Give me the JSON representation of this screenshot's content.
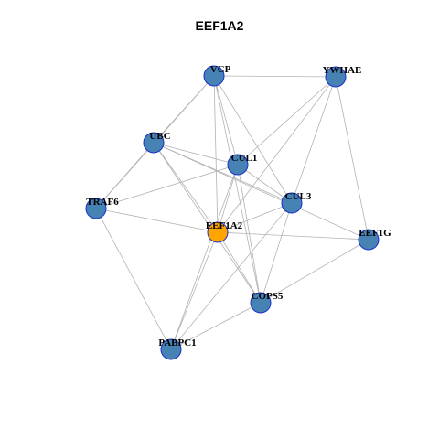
{
  "title": "EEF1A2",
  "colors": {
    "node_default": "#4682b4",
    "node_focus": "#ffa500",
    "node_border": "#1a2fc9",
    "edge": "#b3b3b3"
  },
  "nodes": [
    {
      "id": "VCP",
      "label": "VCP",
      "focus": false
    },
    {
      "id": "YWHAE",
      "label": "YWHAE",
      "focus": false
    },
    {
      "id": "UBC",
      "label": "UBC",
      "focus": false
    },
    {
      "id": "CUL1",
      "label": "CUL1",
      "focus": false
    },
    {
      "id": "TRAF6",
      "label": "TRAF6",
      "focus": false
    },
    {
      "id": "CUL3",
      "label": "CUL3",
      "focus": false
    },
    {
      "id": "EEF1A2",
      "label": "EEF1A2",
      "focus": true
    },
    {
      "id": "EEF1G",
      "label": "EEF1G",
      "focus": false
    },
    {
      "id": "COPS5",
      "label": "COPS5",
      "focus": false
    },
    {
      "id": "PABPC1",
      "label": "PABPC1",
      "focus": false
    }
  ],
  "edges": [
    [
      "VCP",
      "YWHAE"
    ],
    [
      "VCP",
      "UBC"
    ],
    [
      "VCP",
      "TRAF6"
    ],
    [
      "VCP",
      "CUL1"
    ],
    [
      "VCP",
      "CUL3"
    ],
    [
      "VCP",
      "EEF1A2"
    ],
    [
      "VCP",
      "COPS5"
    ],
    [
      "YWHAE",
      "CUL1"
    ],
    [
      "YWHAE",
      "CUL3"
    ],
    [
      "YWHAE",
      "EEF1A2"
    ],
    [
      "YWHAE",
      "EEF1G"
    ],
    [
      "UBC",
      "CUL1"
    ],
    [
      "UBC",
      "CUL3"
    ],
    [
      "UBC",
      "TRAF6"
    ],
    [
      "UBC",
      "EEF1A2"
    ],
    [
      "UBC",
      "COPS5"
    ],
    [
      "UBC",
      "EEF1G"
    ],
    [
      "CUL1",
      "TRAF6"
    ],
    [
      "CUL1",
      "CUL3"
    ],
    [
      "CUL1",
      "EEF1A2"
    ],
    [
      "CUL1",
      "COPS5"
    ],
    [
      "CUL1",
      "PABPC1"
    ],
    [
      "CUL3",
      "EEF1A2"
    ],
    [
      "CUL3",
      "COPS5"
    ],
    [
      "CUL3",
      "PABPC1"
    ],
    [
      "TRAF6",
      "EEF1A2"
    ],
    [
      "TRAF6",
      "PABPC1"
    ],
    [
      "EEF1A2",
      "EEF1G"
    ],
    [
      "EEF1A2",
      "COPS5"
    ],
    [
      "EEF1A2",
      "PABPC1"
    ],
    [
      "EEF1G",
      "COPS5"
    ],
    [
      "COPS5",
      "PABPC1"
    ]
  ]
}
